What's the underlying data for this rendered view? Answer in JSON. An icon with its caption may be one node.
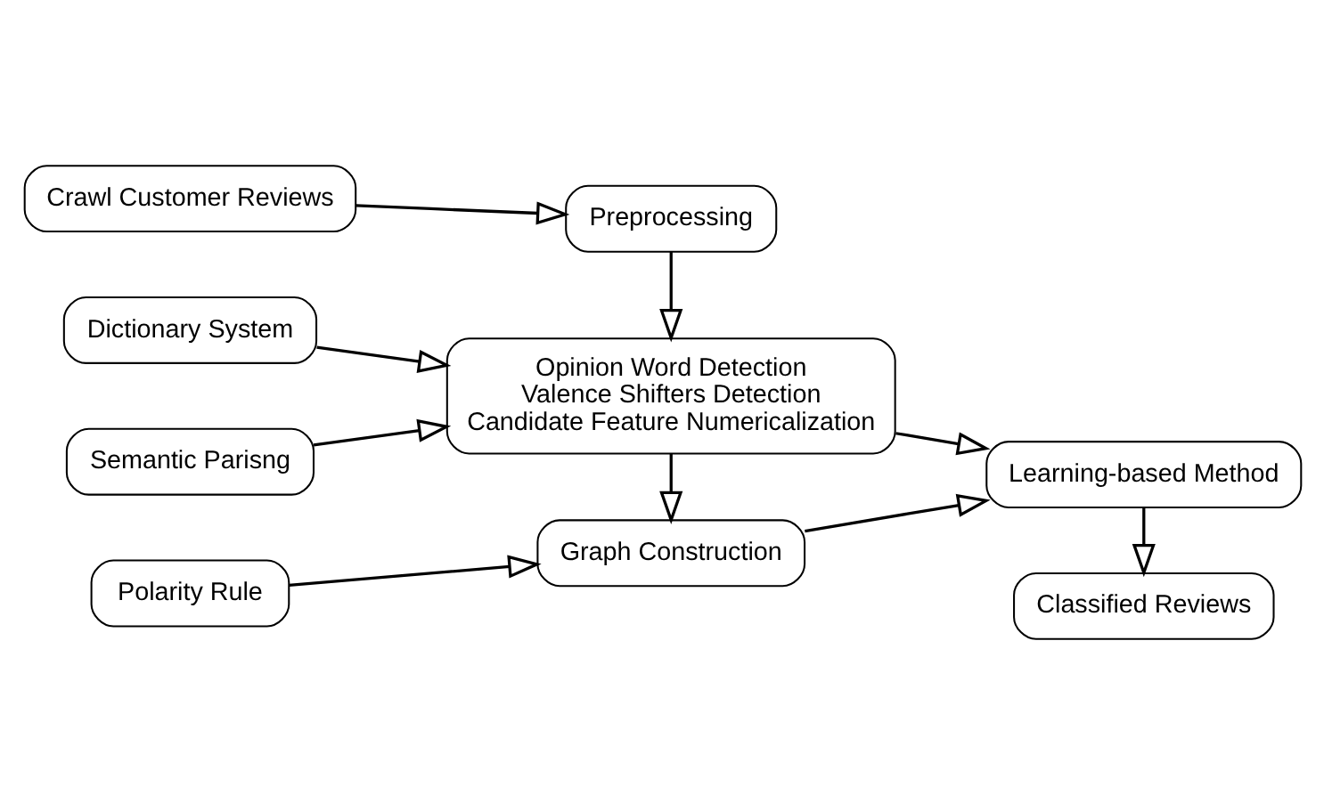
{
  "diagram": {
    "nodes": [
      {
        "text": [
          "Crawl Customer Reviews"
        ]
      },
      {
        "text": [
          "Preprocessing"
        ]
      },
      {
        "text": [
          "Dictionary System"
        ]
      },
      {
        "text": [
          "Opinion Word Detection",
          "Valence Shifters Detection",
          "Candidate Feature Numericalization"
        ]
      },
      {
        "text": [
          "Learning-based Method"
        ]
      },
      {
        "text": [
          "Semantic Parisng"
        ]
      },
      {
        "text": [
          "Polarity Rule"
        ]
      },
      {
        "text": [
          "Graph Construction"
        ]
      },
      {
        "text": [
          "Classified Reviews"
        ]
      }
    ],
    "edges": [
      {
        "from": 0,
        "to": 1,
        "arrow": "to"
      },
      {
        "from": 1,
        "to": 3,
        "arrow": "to"
      },
      {
        "from": 2,
        "to": 3,
        "arrow": "to"
      },
      {
        "from": 5,
        "to": 3,
        "arrow": "to"
      },
      {
        "from": 3,
        "to": 4,
        "arrow": "to"
      },
      {
        "from": 3,
        "to": 7,
        "arrow": "to"
      },
      {
        "from": 6,
        "to": 7,
        "arrow": "to"
      },
      {
        "from": 7,
        "to": 4,
        "arrow": "to"
      },
      {
        "from": 4,
        "to": 8,
        "arrow": "to"
      }
    ]
  }
}
